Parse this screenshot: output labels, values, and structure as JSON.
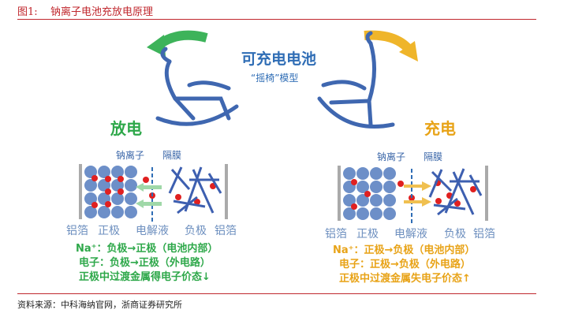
{
  "caption": {
    "figure": "图1:",
    "title": "钠离子电池充放电原理"
  },
  "center": {
    "title": "可充电电池",
    "subtitle": "“摇椅”模型"
  },
  "discharge": {
    "label": "放电",
    "ion": "钠离子",
    "separator": "隔膜",
    "labels": [
      "铝箔",
      "正极",
      "电解液",
      "负极",
      "铝箔"
    ],
    "lines": [
      "Na⁺：负极→正极（电池内部）",
      "电子：负极→正极（外电路）",
      "正极中过渡金属得电子价态↓"
    ],
    "color": "#2ea84a"
  },
  "charge": {
    "label": "充电",
    "ion": "钠离子",
    "separator": "隔膜",
    "labels": [
      "铝箔",
      "正极",
      "电解液",
      "负极",
      "铝箔"
    ],
    "lines": [
      "Na⁺：正极→负极（电池内部）",
      "电子：正极→负极（外电路）",
      "正极中过渡金属失电子价态↑"
    ],
    "color": "#e8a317"
  },
  "source": "资料来源：中科海纳官网，浙商证券研究所"
}
